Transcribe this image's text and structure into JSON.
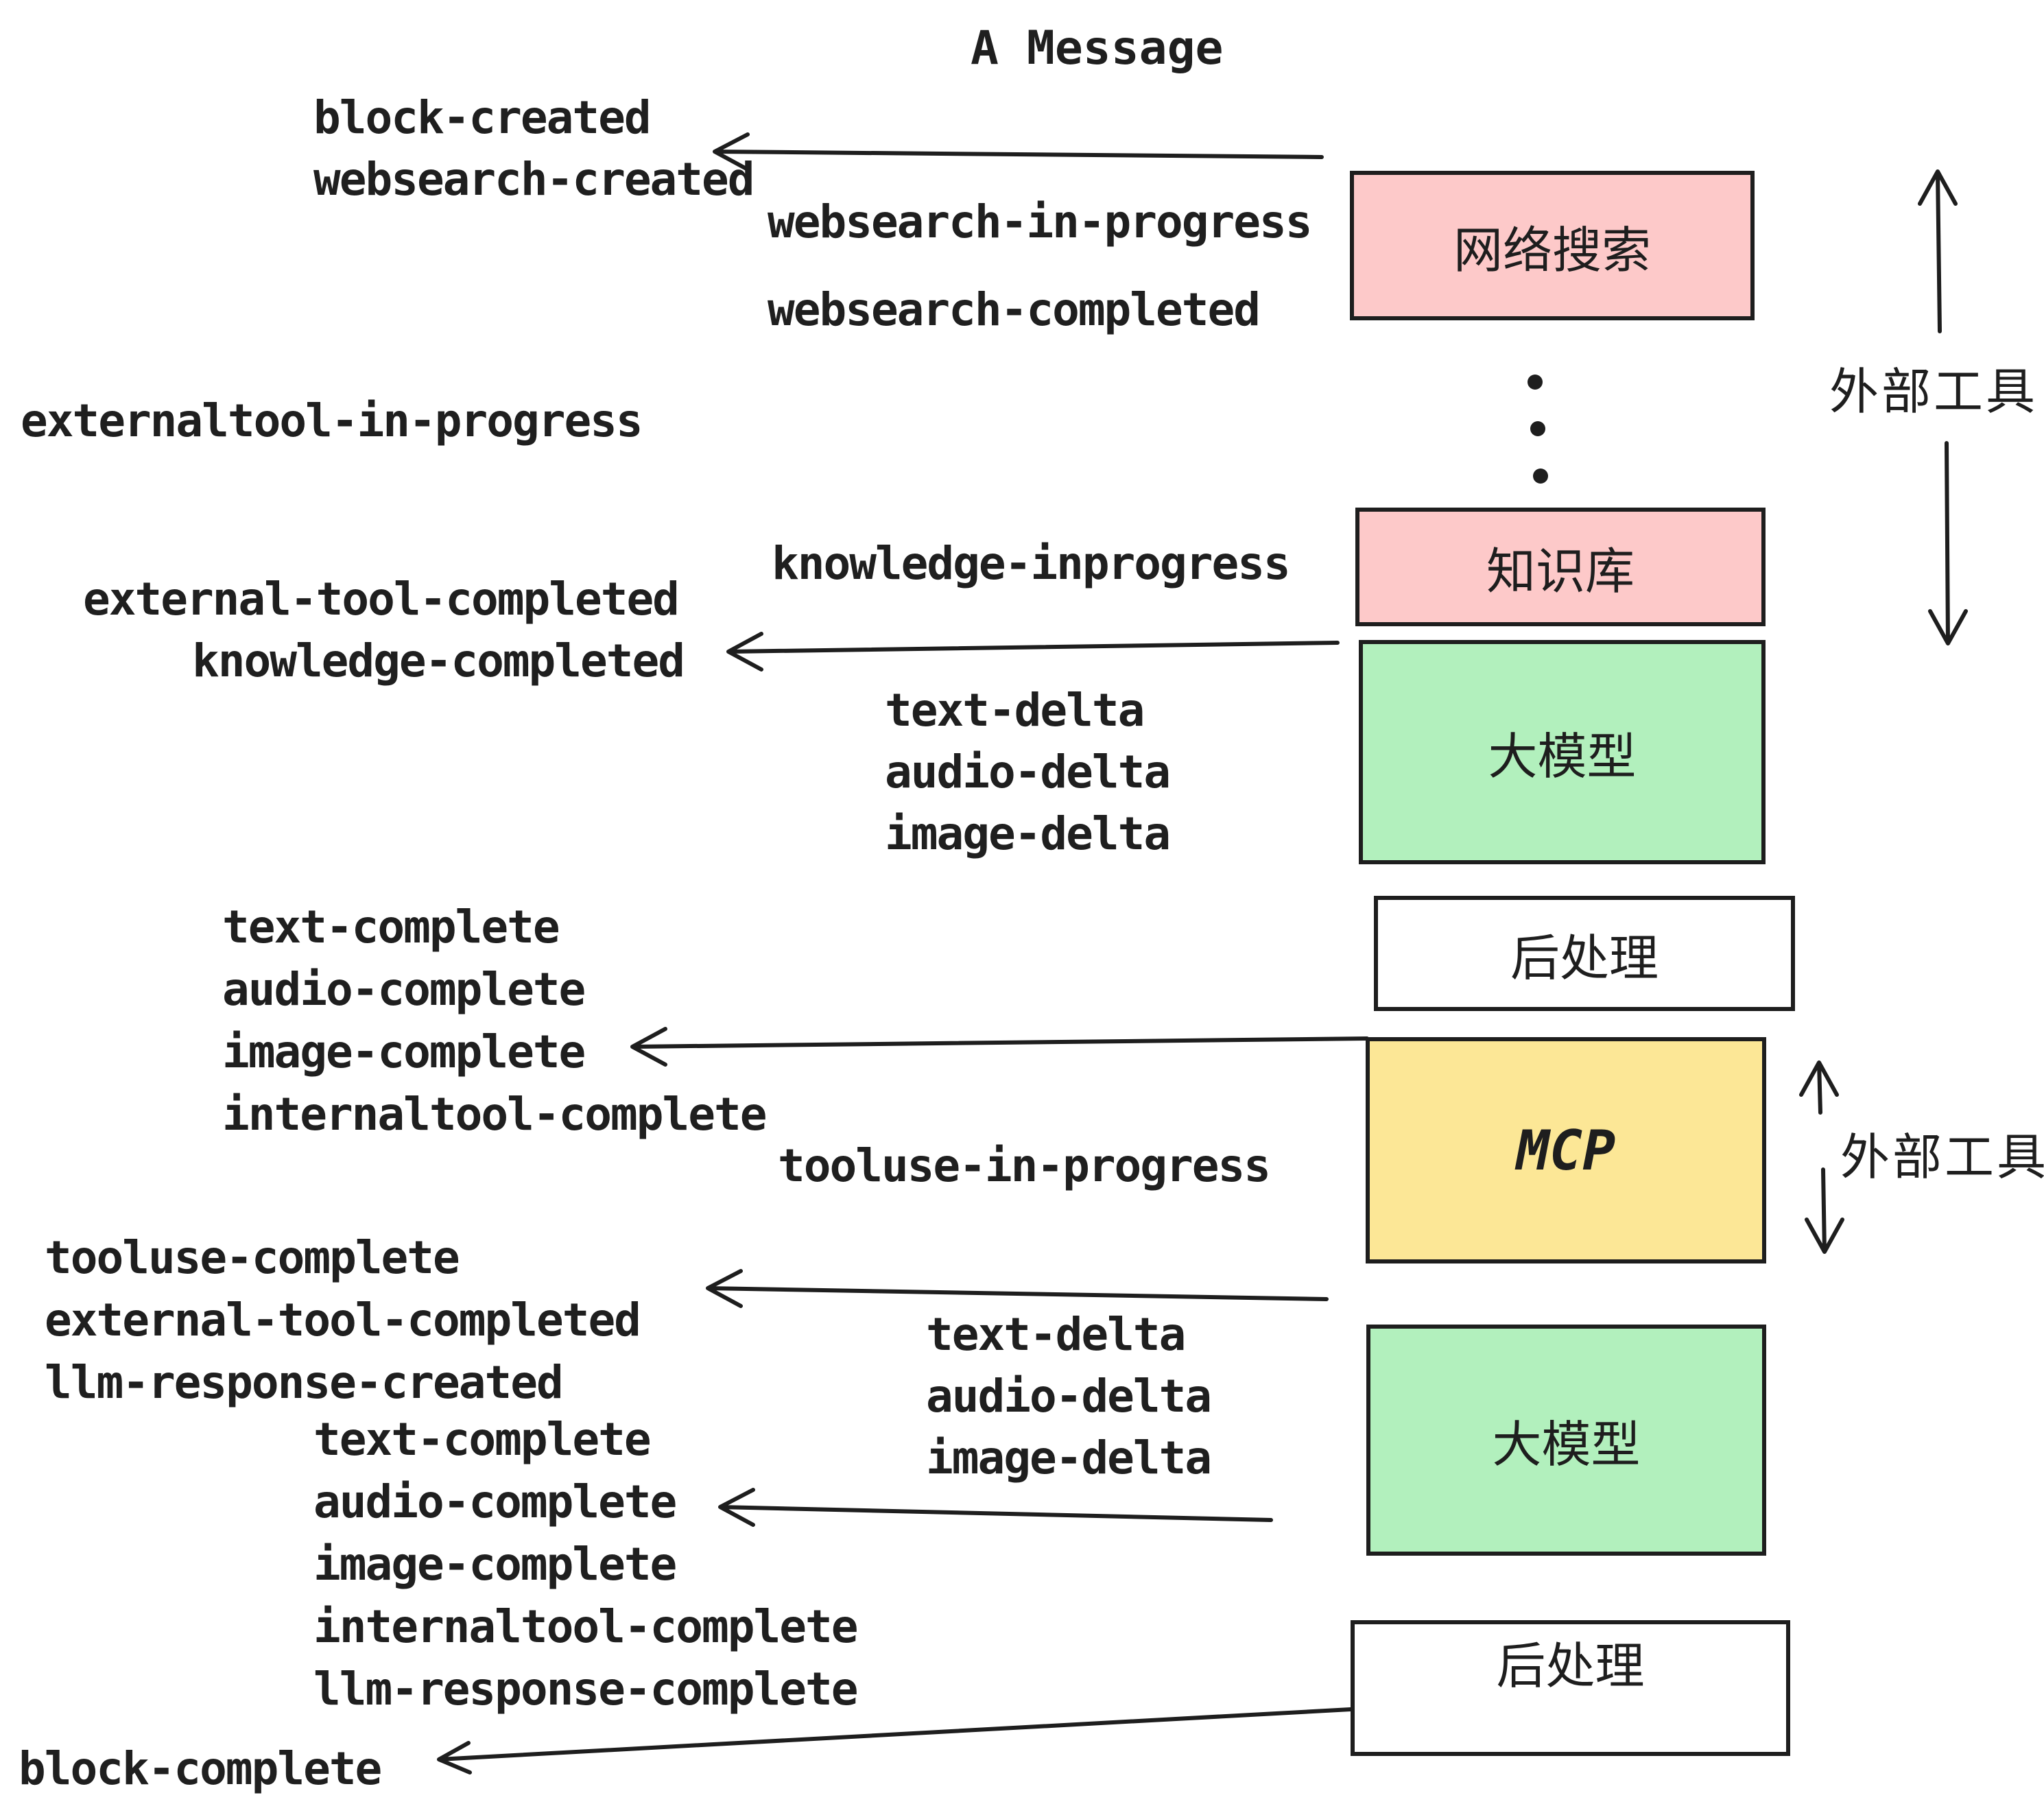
{
  "title": "A Message",
  "colors": {
    "box_border": "#1e1e1e",
    "text": "#1f1f1f",
    "pink": "#fdc9c9",
    "green": "#b2f0bd",
    "yellow": "#fce796"
  },
  "boxes": [
    {
      "id": "websearch",
      "label": "网络搜索"
    },
    {
      "id": "knowledge",
      "label": "知识库"
    },
    {
      "id": "llm-1",
      "label": "大模型"
    },
    {
      "id": "post-1",
      "label": "后处理"
    },
    {
      "id": "mcp",
      "label": "MCP"
    },
    {
      "id": "llm-2",
      "label": "大模型"
    },
    {
      "id": "post-2",
      "label": "后处理"
    }
  ],
  "annotations": [
    {
      "id": "external-tools-top",
      "label": "外部工具"
    },
    {
      "id": "external-tools-mid",
      "label": "外部工具"
    }
  ],
  "events": {
    "block_created": "block-created",
    "websearch_created": "websearch-created",
    "websearch_in_progress": "websearch-in-progress",
    "websearch_completed": "websearch-completed",
    "externaltool_in_progress": "externaltool-in-progress",
    "knowledge_inprogress": "knowledge-inprogress",
    "external_tool_completed": "external-tool-completed",
    "knowledge_completed": "knowledge-completed",
    "text_delta": "text-delta",
    "audio_delta": "audio-delta",
    "image_delta": "image-delta",
    "text_complete": "text-complete",
    "audio_complete": "audio-complete",
    "image_complete": "image-complete",
    "internaltool_complete": "internaltool-complete",
    "tooluse_in_progress": "tooluse-in-progress",
    "tooluse_complete": "tooluse-complete",
    "llm_response_created": "llm-response-created",
    "llm_response_complete": "llm-response-complete",
    "block_complete": "block-complete"
  }
}
